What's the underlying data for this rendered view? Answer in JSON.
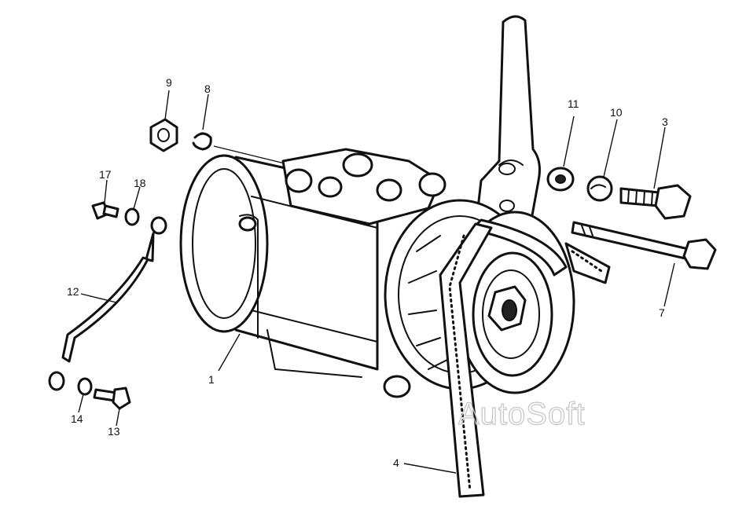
{
  "callouts": {
    "c1": "1",
    "c3": "3",
    "c4": "4",
    "c7": "7",
    "c8": "8",
    "c9": "9",
    "c10": "10",
    "c11": "11",
    "c12": "12",
    "c13": "13",
    "c14": "14",
    "c17": "17",
    "c18": "18"
  },
  "watermark": "AutoSoft"
}
